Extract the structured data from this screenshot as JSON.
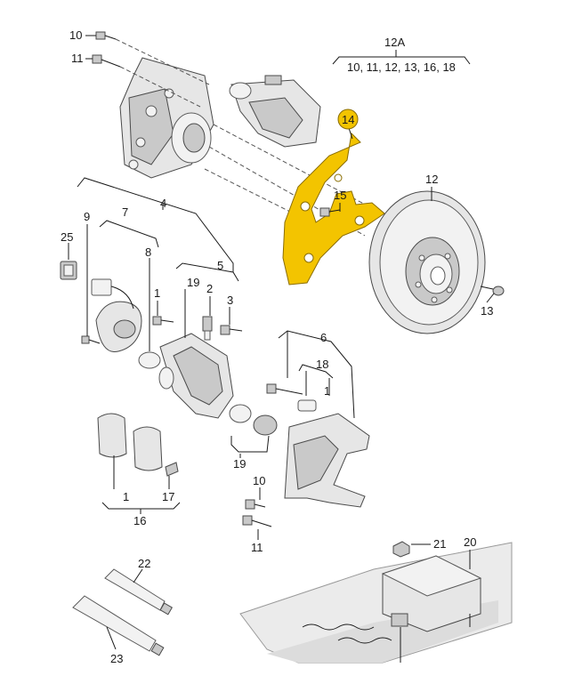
{
  "labels": {
    "l10a": "10",
    "l11a": "11",
    "l12A": "12A",
    "l12A_list": "10, 11, 12, 13, 16, 18",
    "l14": "14",
    "l15": "15",
    "l12": "12",
    "l13": "13",
    "l9": "9",
    "l7": "7",
    "l4": "4",
    "l25": "25",
    "l8": "8",
    "l5": "5",
    "l1a": "1",
    "l19a": "19",
    "l2": "2",
    "l3": "3",
    "l6": "6",
    "l18": "18",
    "l1b": "1",
    "l19b": "19",
    "l1c": "1",
    "l16": "16",
    "l17": "17",
    "l10b": "10",
    "l11b": "11",
    "l21": "21",
    "l20": "20",
    "l22": "22",
    "l23": "23"
  },
  "highlight_color": "#f3c400",
  "parts": {
    "wheel_hub": "wheel-hub-icon",
    "brake_shield": "brake-shield-icon",
    "brake_disc": "brake-disc-icon",
    "caliper": "caliper-icon",
    "brake_pads": "brake-pad-icon",
    "grease_tubes": "grease-tube-icon",
    "control_unit": "control-unit-icon"
  }
}
